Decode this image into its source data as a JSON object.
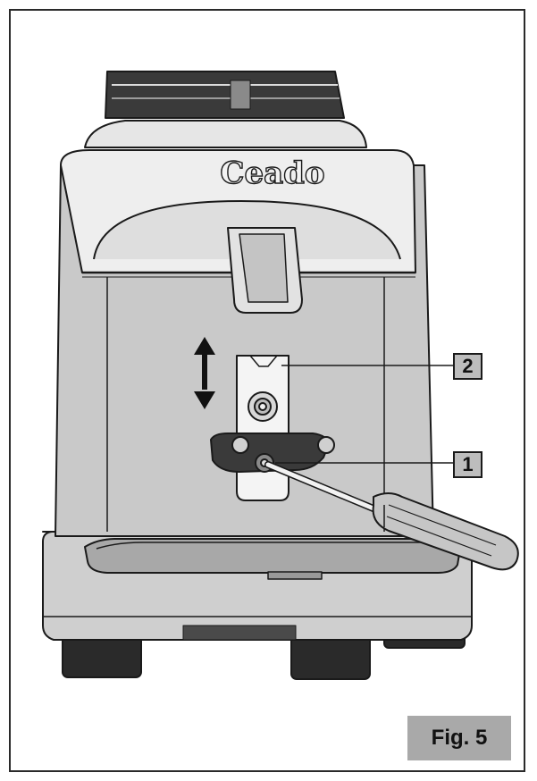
{
  "brand": "Ceado",
  "callouts": {
    "part_1": "1",
    "part_2": "2"
  },
  "figure": {
    "label": "Fig. 5"
  },
  "icons": {
    "arrow": "double-arrow-vertical-icon",
    "tool": "screwdriver-icon"
  },
  "colors": {
    "body": "#c9c9c9",
    "outline": "#1a1a1a",
    "callout_box": "#bdbdbd",
    "figure_box": "#a9a9a9"
  }
}
